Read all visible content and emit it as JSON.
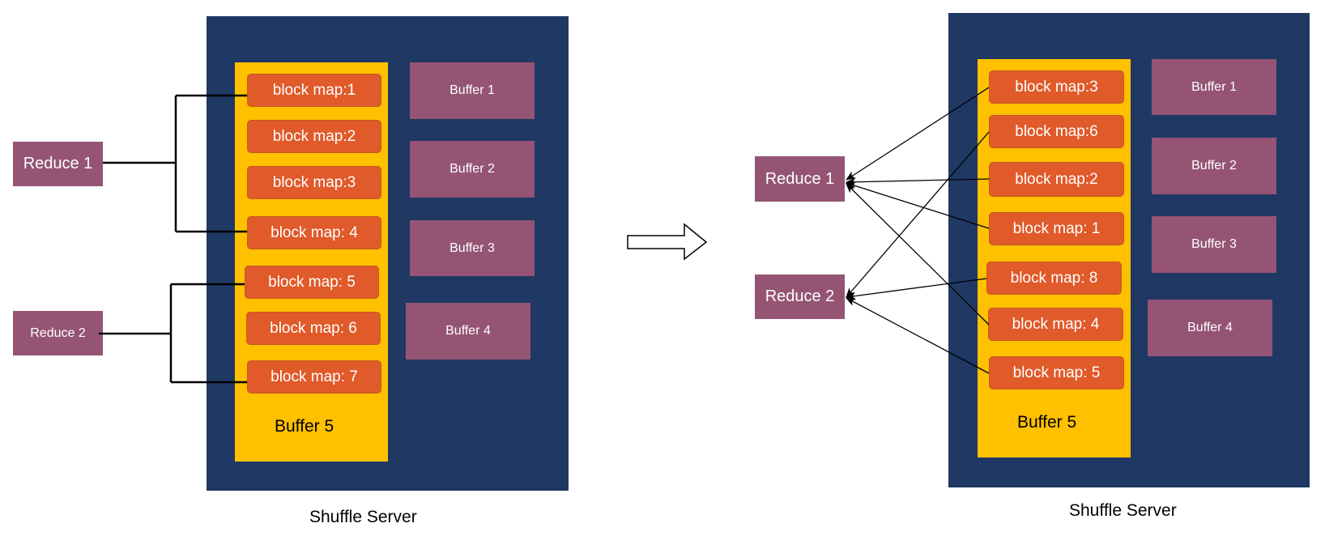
{
  "left": {
    "server_label": "Shuffle Server",
    "buffer5_label": "Buffer 5",
    "blocks": [
      "block map:1",
      "block map:2",
      "block map:3",
      "block map: 4",
      "block map: 5",
      "block map: 6",
      "block map: 7"
    ],
    "buffers": [
      "Buffer 1",
      "Buffer 2",
      "Buffer 3",
      "Buffer 4"
    ],
    "reduces": [
      "Reduce 1",
      "Reduce 2"
    ]
  },
  "right": {
    "server_label": "Shuffle Server",
    "buffer5_label": "Buffer 5",
    "blocks": [
      "block map:3",
      "block map:6",
      "block map:2",
      "block map: 1",
      "block map: 8",
      "block map: 4",
      "block map: 5"
    ],
    "buffers": [
      "Buffer 1",
      "Buffer 2",
      "Buffer 3",
      "Buffer 4"
    ],
    "reduces": [
      "Reduce 1",
      "Reduce 2"
    ]
  },
  "colors": {
    "server": "#203864",
    "buffer5": "#FFC000",
    "block": "#E05A2A",
    "buffer": "#955474",
    "reduce": "#955474"
  }
}
